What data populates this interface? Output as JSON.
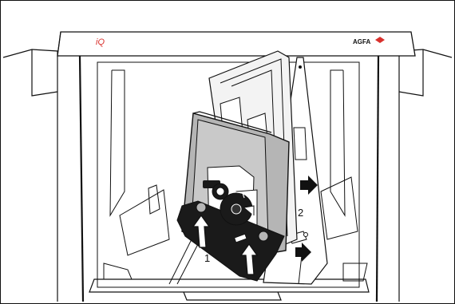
{
  "header": {
    "brand_left": "iQ",
    "brand_right": "AGFA"
  },
  "callouts": {
    "step_1": "1",
    "step_2": "2"
  },
  "colors": {
    "line": "#111111",
    "shade_light": "#d9d9d9",
    "shade_mid": "#b5b5b5",
    "dark": "#1a1a1a",
    "brand_red": "#d9302c"
  }
}
